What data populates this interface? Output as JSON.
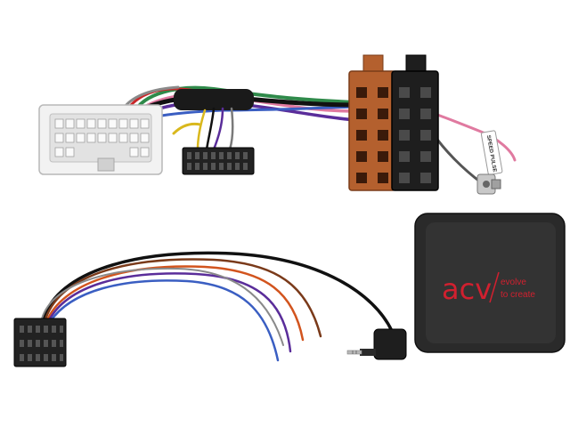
{
  "product": {
    "brand_logo": "acv",
    "slogan_line1": "evolve",
    "slogan_line2": "to create",
    "cable_tag": "SPEED PULSE"
  },
  "colors": {
    "white_connector": "#f2f2f2",
    "iso_brown": "#b4602e",
    "iso_black": "#1e1e1e",
    "adapter_box": "#2a2a2a",
    "logo_red": "#d1202f",
    "wire_pink": "#e07aa0",
    "wire_purple": "#5a2d9a",
    "wire_brown": "#7a3a1a",
    "wire_orange": "#d2541e",
    "wire_black": "#111111",
    "wire_green": "#2f8a4a",
    "wire_blue": "#3a5ec2",
    "wire_red": "#c8282a"
  },
  "items": [
    {
      "name": "white-vehicle-connector"
    },
    {
      "name": "iso-power-connector-brown"
    },
    {
      "name": "iso-speaker-connector-black"
    },
    {
      "name": "small-black-connector-upper"
    },
    {
      "name": "antenna-plug"
    },
    {
      "name": "wire-harness-bundle"
    },
    {
      "name": "interface-box"
    },
    {
      "name": "small-black-connector-lower"
    },
    {
      "name": "stereo-jack-plug"
    }
  ]
}
